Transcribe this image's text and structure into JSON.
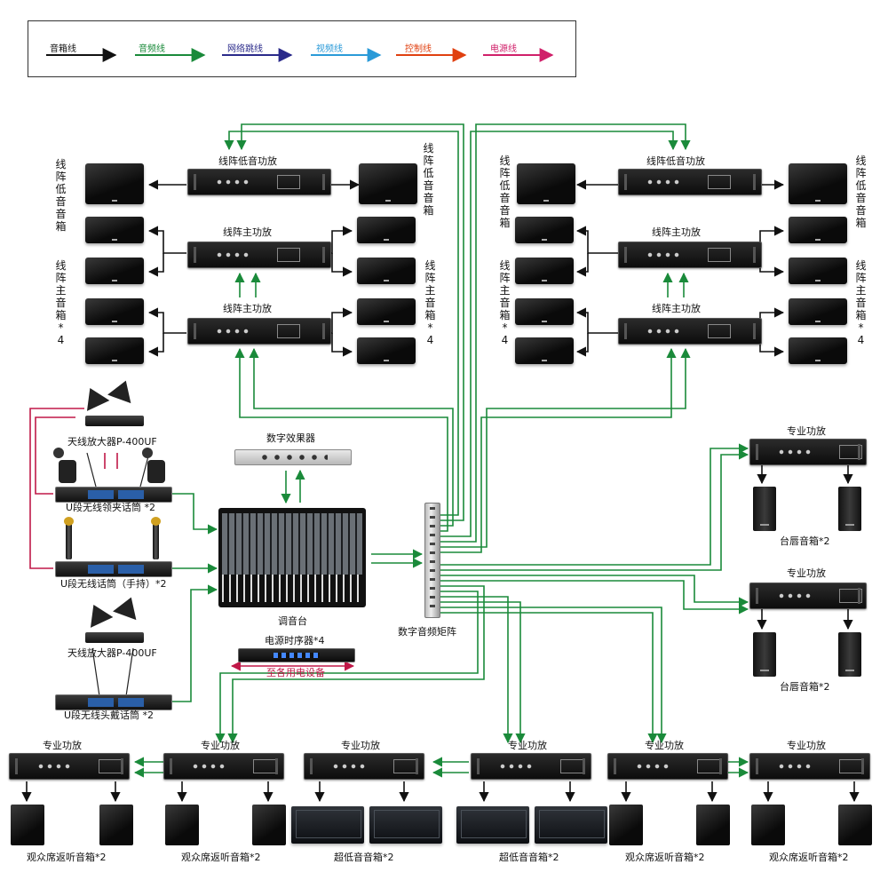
{
  "legend": {
    "items": [
      {
        "label": "音箱线",
        "color": "#111111"
      },
      {
        "label": "音频线",
        "color": "#1a8a3a"
      },
      {
        "label": "网络跳线",
        "color": "#2a2a8a"
      },
      {
        "label": "视频线",
        "color": "#2a9ad8"
      },
      {
        "label": "控制线",
        "color": "#e04010"
      },
      {
        "label": "电源线",
        "color": "#d0206a"
      }
    ]
  },
  "labels": {
    "line_array_sub_amp": "线阵低音功放",
    "line_array_main_amp": "线阵主功放",
    "line_array_sub_speaker": "线阵低音音箱",
    "line_array_main_speaker": "线阵主音箱*4",
    "antenna_amp": "天线放大器P-400UF",
    "lav_mic": "U段无线领夹话筒 *2",
    "handheld_mic": "U段无线话筒（手持）*2",
    "headset_mic": "U段无线头戴话筒 *2",
    "fx": "数字效果器",
    "mixer": "调音台",
    "sequencer": "电源时序器*4",
    "to_power": "至各用电设备",
    "matrix": "数字音频矩阵",
    "pro_amp": "专业功放",
    "stage_lip_speaker": "台唇音箱*2",
    "audience_return": "观众席返听音箱*2",
    "subwoofer": "超低音音箱*2"
  }
}
